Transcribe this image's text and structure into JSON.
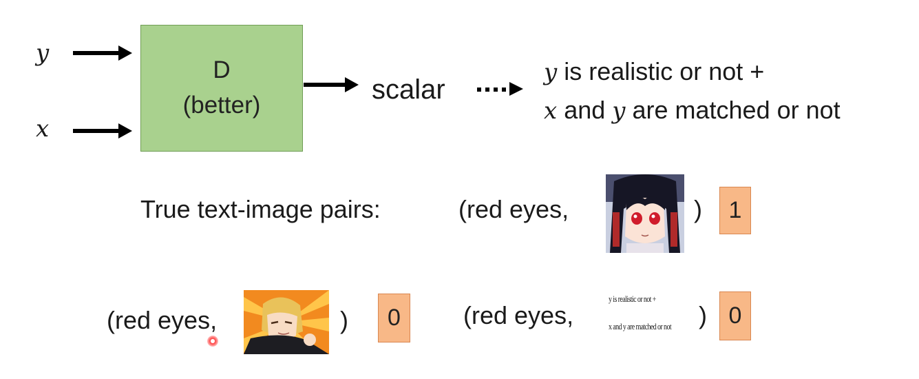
{
  "inputs": {
    "y_label": "y",
    "x_label": "x"
  },
  "discriminator": {
    "line1": "D",
    "line2": "(better)",
    "fill_color": "#a9d18e"
  },
  "output": {
    "scalar_label": "scalar",
    "condition_line1_var": "y",
    "condition_line1_text": " is realistic or not +",
    "condition_line2_var1": "x",
    "condition_line2_mid": " and ",
    "condition_line2_var2": "y",
    "condition_line2_text": " are matched or not"
  },
  "examples": {
    "true_pairs_label": "True text-image pairs:",
    "pair1_open": "(red eyes,",
    "pair1_close": ")",
    "pair1_score": "1",
    "pair2_open": "(red eyes,",
    "pair2_close": ")",
    "pair2_score": "0",
    "pair3_open": "(red eyes,",
    "pair3_close": ")",
    "pair3_score": "0",
    "pair3_thumb_line1": "y is realistic or not +",
    "pair3_thumb_line2": "x and y are matched or not",
    "score_box_color": "#f8b887"
  },
  "icons": {
    "thumb1": "anime-girl-red-eyes-image",
    "thumb2": "anime-boy-image",
    "pointer": "laser-pointer-icon"
  }
}
